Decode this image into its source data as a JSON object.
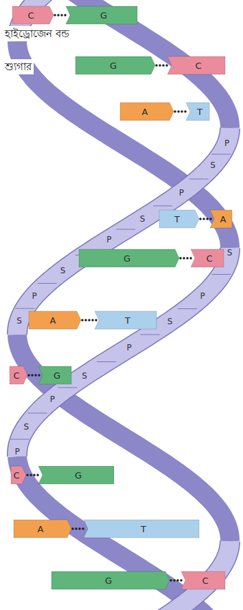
{
  "diagram": {
    "nodes": [
      {
        "text": [
          "C"
        ]
      },
      {
        "text": [
          "G"
        ]
      },
      {
        "text": [
          "G"
        ]
      },
      {
        "text": [
          "C"
        ]
      },
      {
        "text": [
          "A"
        ]
      },
      {
        "text": [
          "T"
        ]
      },
      {
        "text": [
          "T"
        ]
      },
      {
        "text": [
          "A"
        ]
      },
      {
        "text": [
          "G"
        ]
      },
      {
        "text": [
          "C"
        ]
      },
      {
        "text": [
          "A"
        ]
      },
      {
        "text": [
          "T"
        ]
      },
      {
        "text": [
          "C"
        ]
      },
      {
        "text": [
          "G"
        ]
      },
      {
        "text": [
          "C"
        ]
      },
      {
        "text": [
          "G"
        ]
      },
      {
        "text": [
          "A"
        ]
      },
      {
        "text": [
          "T"
        ]
      },
      {
        "text": [
          "G"
        ]
      },
      {
        "text": [
          "C"
        ]
      }
    ],
    "edges": [
      {
        "from": 0,
        "to": 1,
        "arrow": "none"
      },
      {
        "from": 2,
        "to": 3,
        "arrow": "none"
      },
      {
        "from": 4,
        "to": 5,
        "arrow": "none"
      },
      {
        "from": 6,
        "to": 7,
        "arrow": "none"
      },
      {
        "from": 8,
        "to": 9,
        "arrow": "none"
      },
      {
        "from": 10,
        "to": 11,
        "arrow": "none"
      },
      {
        "from": 12,
        "to": 13,
        "arrow": "none"
      },
      {
        "from": 14,
        "to": 15,
        "arrow": "none"
      },
      {
        "from": 16,
        "to": 17,
        "arrow": "none"
      },
      {
        "from": 18,
        "to": 19,
        "arrow": "none"
      }
    ],
    "labels": [
      "হাইড্রোজেন বন্ড",
      "শ্যুগার",
      "P",
      "S",
      "P",
      "S",
      "P",
      "S",
      "S",
      "P",
      "P",
      "S",
      "S",
      "P",
      "S",
      "P",
      "S",
      "P"
    ]
  }
}
